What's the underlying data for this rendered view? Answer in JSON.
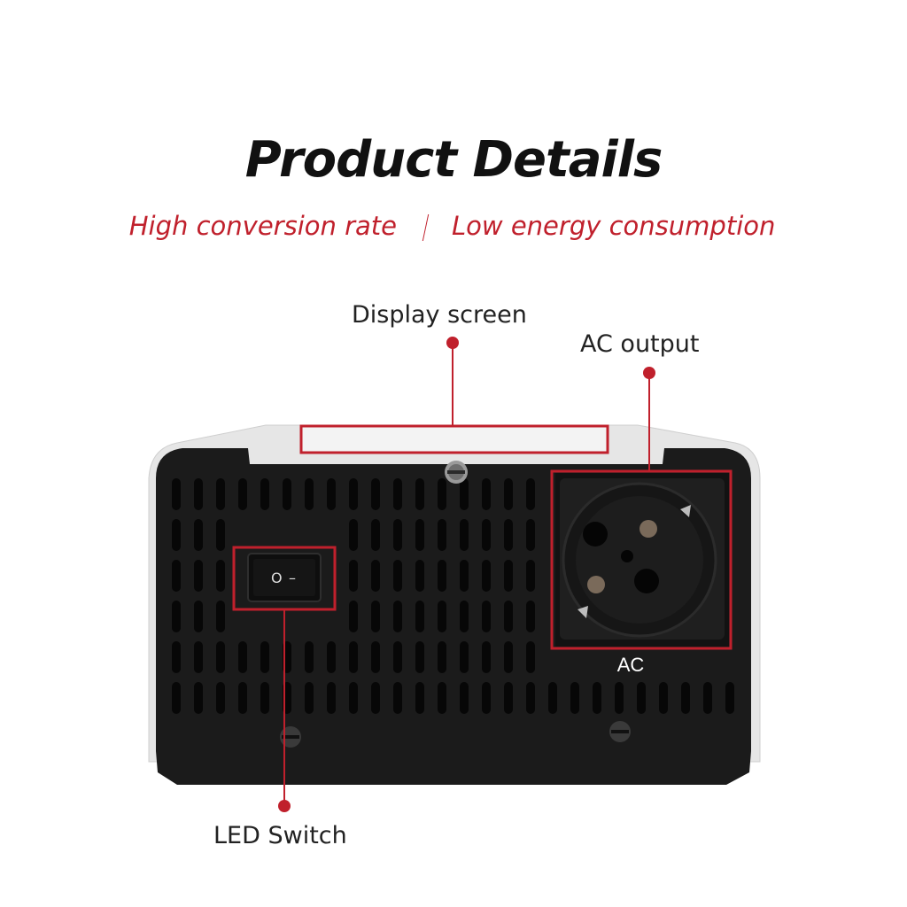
{
  "heading": {
    "title": "Product Details",
    "subtitle_left": "High conversion rate",
    "subtitle_right": "Low energy consumption"
  },
  "callouts": {
    "display_screen": "Display screen",
    "ac_output": "AC output",
    "led_switch": "LED Switch"
  },
  "device": {
    "socket_label": "AC",
    "switch_on_glyph": "O",
    "switch_off_glyph": "–"
  },
  "colors": {
    "accent": "#c0202c",
    "title": "#111111",
    "body": "#1a1a1a",
    "shell": "#e6e6e6"
  }
}
